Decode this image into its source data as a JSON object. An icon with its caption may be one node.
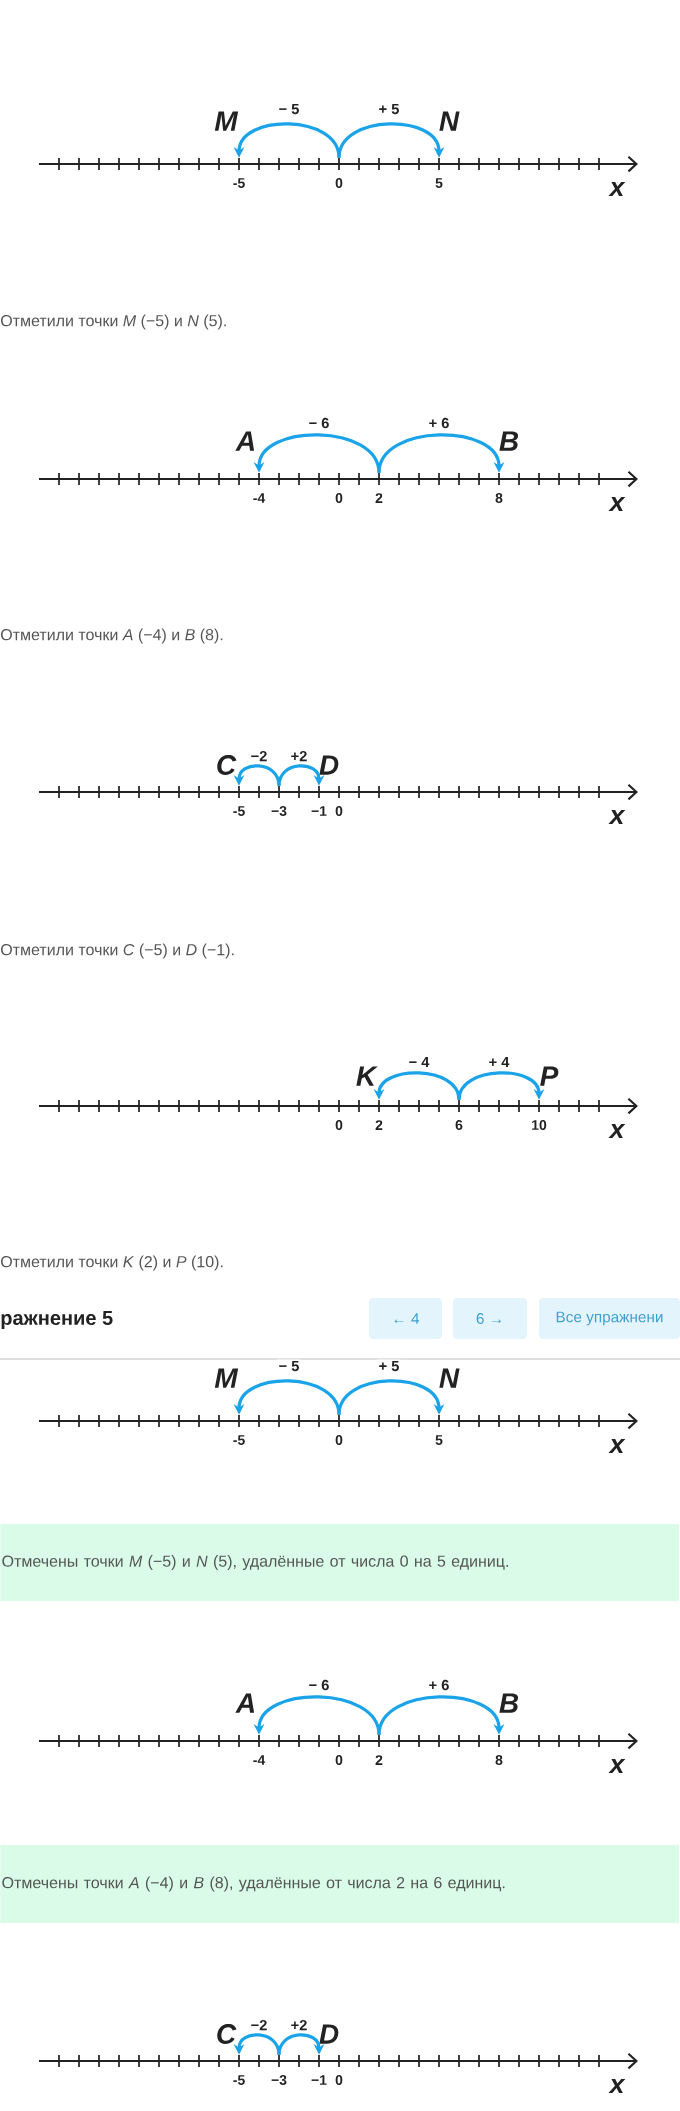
{
  "diagram": {
    "nodes": [
      {
        "text": [],
        "shape": "tick",
        "beside": [
          "M"
        ]
      },
      {
        "text": [],
        "shape": "tick"
      },
      {
        "text": [],
        "shape": "tick",
        "beside": [
          "N"
        ]
      },
      {
        "text": [],
        "shape": "tick",
        "beside": [
          "A"
        ]
      },
      {
        "text": [],
        "shape": "tick"
      },
      {
        "text": [],
        "shape": "tick",
        "beside": [
          "B"
        ]
      },
      {
        "text": [],
        "shape": "tick",
        "beside": [
          "C"
        ]
      },
      {
        "text": [],
        "shape": "tick"
      },
      {
        "text": [],
        "shape": "tick",
        "beside": [
          "D"
        ]
      },
      {
        "text": [],
        "shape": "tick",
        "beside": [
          "K"
        ]
      },
      {
        "text": [],
        "shape": "tick"
      },
      {
        "text": [],
        "shape": "tick",
        "beside": [
          "P"
        ]
      },
      {
        "text": [
          "← 4"
        ]
      },
      {
        "text": [
          "6 →"
        ]
      },
      {
        "text": [
          "Все упражнени"
        ]
      },
      {
        "text": [],
        "shape": "tick",
        "beside": [
          "M"
        ]
      },
      {
        "text": [],
        "shape": "tick"
      },
      {
        "text": [],
        "shape": "tick",
        "beside": [
          "N"
        ]
      },
      {
        "text": [
          "Отмечены точки *M* (−5) и *N* (5), удалённые от числа 0 на 5 единиц."
        ]
      },
      {
        "text": [],
        "shape": "tick",
        "beside": [
          "A"
        ]
      },
      {
        "text": [],
        "shape": "tick"
      },
      {
        "text": [],
        "shape": "tick",
        "beside": [
          "B"
        ]
      },
      {
        "text": [
          "Отмечены точки *A* (−4) и *B* (8), удалённые от числа 2 на 6 единиц."
        ]
      },
      {
        "text": [],
        "shape": "tick",
        "beside": [
          "C"
        ]
      },
      {
        "text": [],
        "shape": "tick"
      },
      {
        "text": [],
        "shape": "tick",
        "beside": [
          "D"
        ]
      }
    ],
    "edges": [
      {
        "from": 1,
        "to": 0,
        "arrow": "to",
        "label": "− 5"
      },
      {
        "from": 1,
        "to": 2,
        "arrow": "to",
        "label": "+ 5"
      },
      {
        "from": 4,
        "to": 3,
        "arrow": "to",
        "label": "− 6"
      },
      {
        "from": 4,
        "to": 5,
        "arrow": "to",
        "label": "+ 6"
      },
      {
        "from": 7,
        "to": 6,
        "arrow": "to",
        "label": "−2"
      },
      {
        "from": 7,
        "to": 8,
        "arrow": "to",
        "label": "+2"
      },
      {
        "from": 10,
        "to": 9,
        "arrow": "to",
        "label": "− 4"
      },
      {
        "from": 10,
        "to": 11,
        "arrow": "to",
        "label": "+ 4"
      },
      {
        "from": 16,
        "to": 15,
        "arrow": "to",
        "label": "− 5"
      },
      {
        "from": 16,
        "to": 17,
        "arrow": "to",
        "label": "+ 5"
      },
      {
        "from": 20,
        "to": 19,
        "arrow": "to",
        "label": "− 6"
      },
      {
        "from": 20,
        "to": 21,
        "arrow": "to",
        "label": "+ 6"
      },
      {
        "from": 24,
        "to": 23,
        "arrow": "to",
        "label": "−2"
      },
      {
        "from": 24,
        "to": 25,
        "arrow": "to",
        "label": "+2"
      }
    ],
    "labels": [
      "-5",
      "0",
      "5",
      "x",
      "Отметили точки *M* (−5) и *N* (5).",
      "-4",
      "0",
      "2",
      "8",
      "x",
      "Отметили точки *A* (−4) и *B* (8).",
      "-5",
      "−3",
      "−1",
      "0",
      "x",
      "Отметили точки *C* (−5) и *D* (−1).",
      "0",
      "2",
      "6",
      "10",
      "x",
      "Отметили точки *K* (2) и *P* (10).",
      "ражнение 5",
      "-5",
      "0",
      "5",
      "x",
      "-4",
      "0",
      "2",
      "8",
      "x",
      "-5",
      "−3",
      "−1",
      "0",
      "x"
    ]
  }
}
